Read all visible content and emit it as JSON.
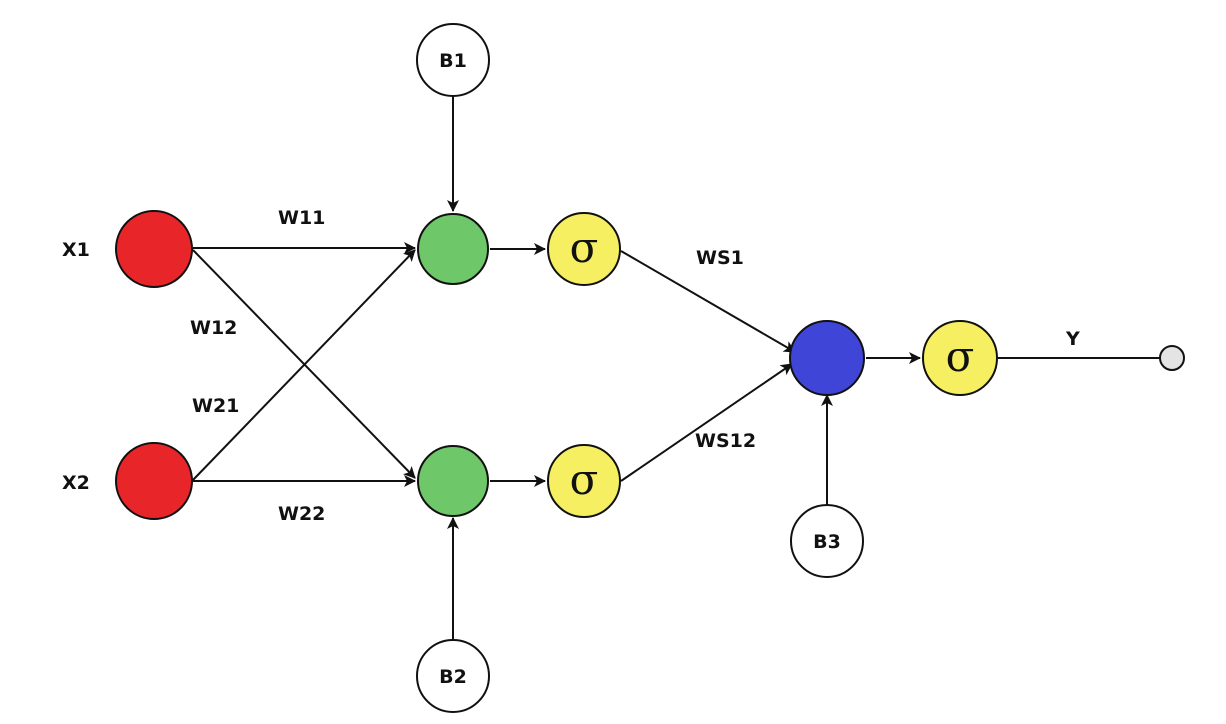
{
  "colors": {
    "input": "#e8262a",
    "hidden": "#6ec86a",
    "activation": "#f6ef62",
    "output": "#3f45d6",
    "bias": "#ffffff",
    "terminal": "#e4e4e4"
  },
  "inputs": [
    {
      "label": "X1"
    },
    {
      "label": "X2"
    }
  ],
  "weights": {
    "w11": "W11",
    "w12": "W12",
    "w21": "W21",
    "w22": "W22",
    "ws1": "WS1",
    "ws12": "WS12"
  },
  "biases": {
    "b1": "B1",
    "b2": "B2",
    "b3": "B3"
  },
  "activation_symbol": "σ",
  "output_label": "Y"
}
